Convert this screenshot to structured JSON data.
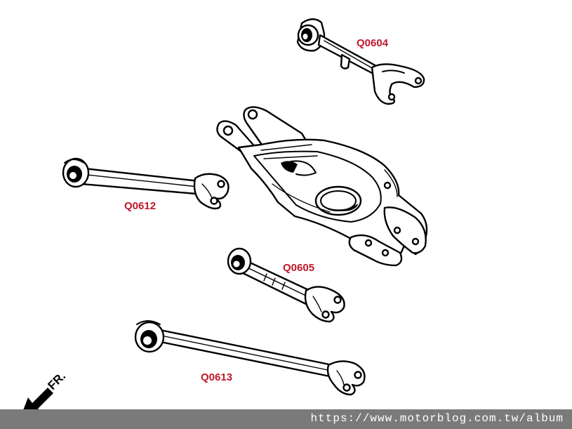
{
  "parts": [
    {
      "id": "upper-arm",
      "code": "Q0604"
    },
    {
      "id": "toe-link-upper",
      "code": "Q0612"
    },
    {
      "id": "toe-link-lower",
      "code": "Q0605"
    },
    {
      "id": "lower-link",
      "code": "Q0613"
    }
  ],
  "direction": {
    "label": "FR."
  },
  "watermark": "https://www.motorblog.com.tw/album",
  "colors": {
    "label": "#c0172b",
    "line": "#000000",
    "footer": "#7a7a7a",
    "watermark_text": "#ffffff"
  }
}
